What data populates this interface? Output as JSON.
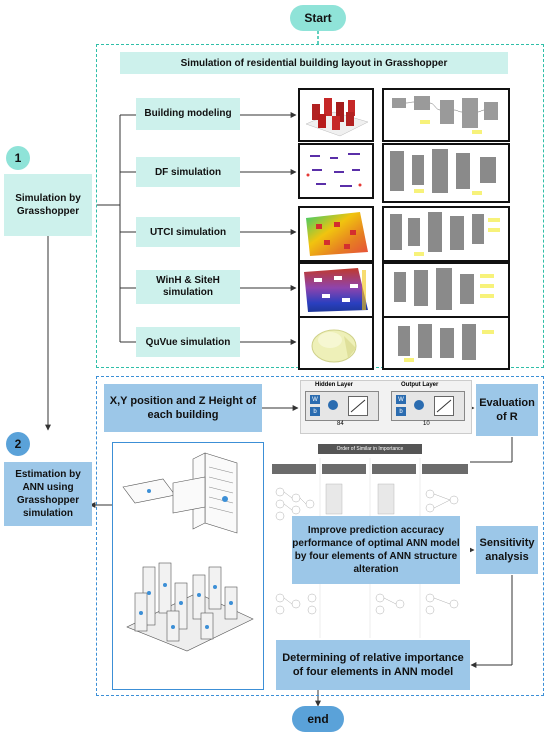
{
  "start_label": "Start",
  "end_label": "end",
  "section1": {
    "number": "1",
    "side_label": "Simulation by Grasshopper",
    "title": "Simulation of residential building layout in Grasshopper",
    "steps": [
      "Building modeling",
      "DF simulation",
      "UTCI simulation",
      "WinH & SiteH simulation",
      "QuVue simulation"
    ]
  },
  "section2": {
    "number": "2",
    "side_label": "Estimation by ANN using Grasshopper simulation",
    "input_label": "X,Y position and Z Height of each building",
    "network": {
      "hidden_layer": "Hidden Layer",
      "output_layer": "Output Layer",
      "hidden_size": "84",
      "output_size": "10",
      "w": "W",
      "b": "b"
    },
    "evaluation_label": "Evaluation of R",
    "order_label": "Order of Similar in Importance",
    "improve_label": "Improve prediction accuracy performance of optimal ANN model by four elements of ANN structure alteration",
    "sensitivity_label": "Sensitivity analysis",
    "determine_label": "Determining of relative importance of four elements in ANN model"
  },
  "colors": {
    "teal_box": "#cdf1ec",
    "blue_box": "#9cc7e8",
    "teal_dash": "#2fbfa8",
    "blue_dash": "#3c8fd6"
  }
}
